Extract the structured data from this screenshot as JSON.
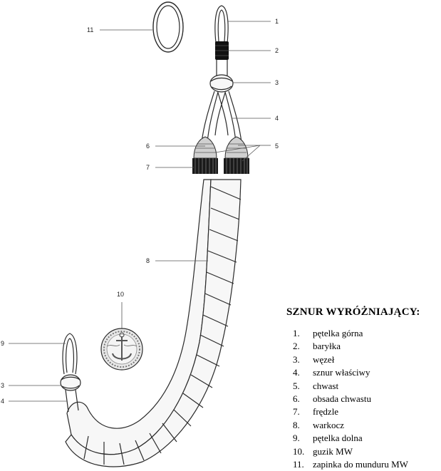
{
  "legend": {
    "title": "SZNUR WYRÓŻNIAJĄCY:",
    "items": [
      {
        "num": "1.",
        "label": "pętelka górna"
      },
      {
        "num": "2.",
        "label": "baryłka"
      },
      {
        "num": "3.",
        "label": "węzeł"
      },
      {
        "num": "4.",
        "label": "sznur właściwy"
      },
      {
        "num": "5.",
        "label": "chwast"
      },
      {
        "num": "6.",
        "label": "obsada chwastu"
      },
      {
        "num": "7.",
        "label": "frędzle"
      },
      {
        "num": "8.",
        "label": "warkocz"
      },
      {
        "num": "9.",
        "label": "pętelka dolna"
      },
      {
        "num": "10.",
        "label": "guzik MW"
      },
      {
        "num": "11.",
        "label": "zapinka do munduru MW"
      }
    ]
  },
  "callouts": {
    "c1": "1",
    "c2": "2",
    "c3_top": "3",
    "c4_top": "4",
    "c5": "5",
    "c6": "6",
    "c7": "7",
    "c8": "8",
    "c9": "9",
    "c10": "10",
    "c11": "11",
    "c3_bottom": "3",
    "c4_bottom": "4"
  },
  "colors": {
    "outline": "#2a2a2a",
    "fill": "#f7f7f7",
    "barrel": "#111111"
  }
}
